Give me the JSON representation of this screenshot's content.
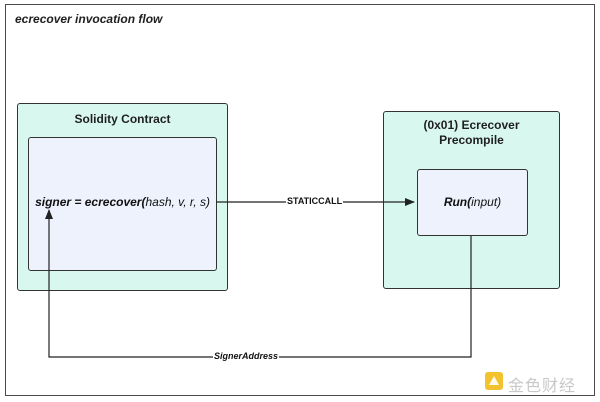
{
  "diagram": {
    "title": "ecrecover invocation flow",
    "contract": {
      "title": "Solidity Contract",
      "expression_bold": "signer = ecrecover(",
      "expression_rest": "hash, v, r, s)"
    },
    "precompile": {
      "title_line1": "(0x01) Ecrecover",
      "title_line2": "Precompile",
      "run_bold": "Run(",
      "run_rest": "input)"
    },
    "edges": {
      "call_label": "STATICCALL",
      "return_label": "SignerAddress"
    }
  },
  "watermark": {
    "text": "金色财经"
  },
  "colors": {
    "container_fill": "#d8f7ef",
    "inner_fill": "#eef2fd",
    "stroke": "#333333",
    "watermark": "#f0b90b"
  }
}
